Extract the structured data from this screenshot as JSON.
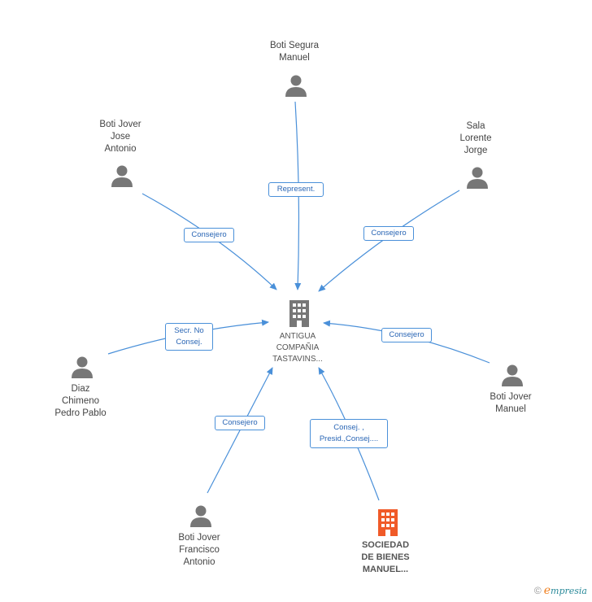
{
  "nodes": {
    "center": {
      "label": "ANTIGUA\nCOMPAÑIA\nTASTAVINS..."
    },
    "boti_segura": {
      "label": "Boti Segura\nManuel"
    },
    "boti_jover_jose": {
      "label": "Boti Jover\nJose\nAntonio"
    },
    "sala_lorente": {
      "label": "Sala\nLorente\nJorge"
    },
    "diaz_chimeno": {
      "label": "Diaz\nChimeno\nPedro Pablo"
    },
    "boti_jover_manuel": {
      "label": "Boti Jover\nManuel"
    },
    "boti_jover_francisco": {
      "label": "Boti Jover\nFrancisco\nAntonio"
    },
    "sociedad": {
      "label": "SOCIEDAD\nDE BIENES\nMANUEL..."
    }
  },
  "edges": {
    "boti_segura": "Represent.",
    "boti_jover_jose": "Consejero",
    "sala_lorente": "Consejero",
    "diaz_chimeno_line1": "Secr.  No",
    "diaz_chimeno_line2": "Consej.",
    "boti_jover_manuel": "Consejero",
    "boti_jover_francisco": "Consejero",
    "sociedad_line1": "Consej. ,",
    "sociedad_line2": "Presid.,Consej...."
  },
  "colors": {
    "edge": "#4a90d9",
    "person_icon": "#777777",
    "company_icon": "#777777",
    "highlight_company_icon": "#f05a28"
  },
  "footer": {
    "copyright": "©",
    "brand_e": "e",
    "brand_rest": "mpresia"
  }
}
